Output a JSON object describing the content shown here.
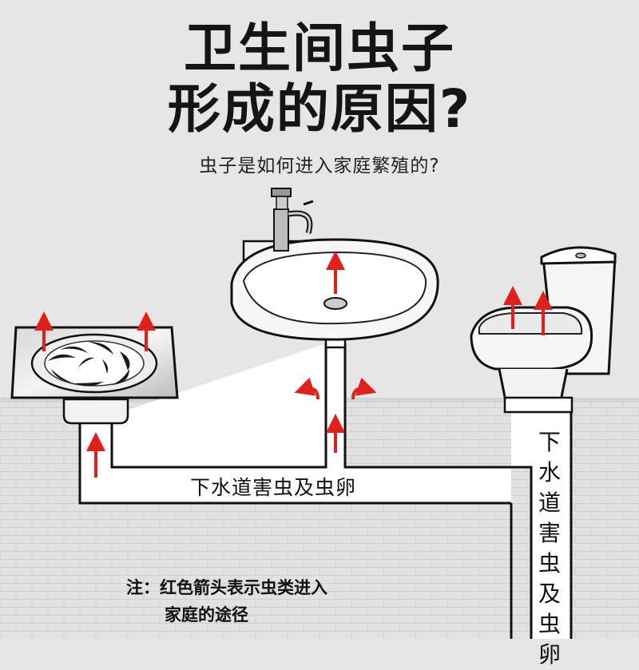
{
  "title_line1": "卫生间虫子",
  "title_line2": "形成的原因?",
  "subtitle": "虫子是如何进入家庭繁殖的?",
  "pipe_label": "下水道害虫及虫卵",
  "pipe_label_vertical": [
    "下",
    "水",
    "道",
    "害",
    "虫",
    "及",
    "虫",
    "卵"
  ],
  "note_line1": "注：红色箭头表示虫类进入",
  "note_line2": "家庭的途径",
  "colors": {
    "arrow": "#e0201a",
    "pipe": "#ffffff",
    "outline": "#111111",
    "background": "#e6e6e6",
    "wall": "#dedede"
  },
  "fixtures": [
    "floor-drain",
    "wash-basin",
    "toilet"
  ]
}
